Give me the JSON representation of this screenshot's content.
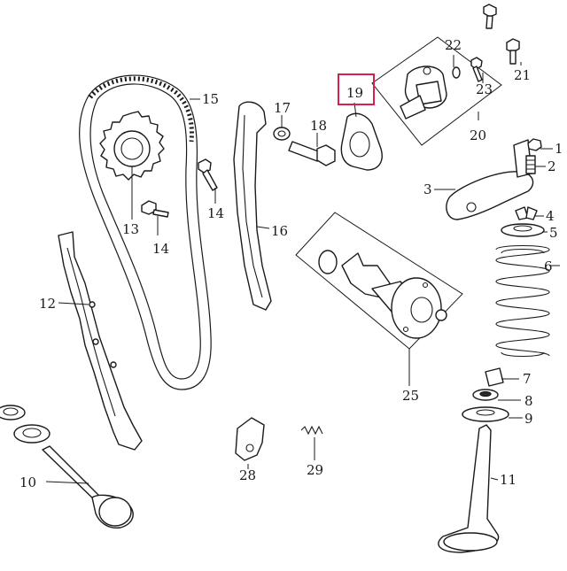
{
  "diagram": {
    "highlight_color": "#d6204e",
    "line_color": "#1a1a1a",
    "highlighted_label": "19",
    "labels": {
      "p1": "1",
      "p2": "2",
      "p3": "3",
      "p4": "4",
      "p5": "5",
      "p6": "6",
      "p7": "7",
      "p8": "8",
      "p9": "9",
      "p10": "10",
      "p11": "11",
      "p12": "12",
      "p13": "13",
      "p14a": "14",
      "p14b": "14",
      "p15": "15",
      "p16": "16",
      "p17": "17",
      "p18": "18",
      "p19": "19",
      "p20": "20",
      "p21": "21",
      "p22": "22",
      "p23": "23",
      "p25": "25",
      "p28": "28",
      "p29": "29"
    }
  }
}
